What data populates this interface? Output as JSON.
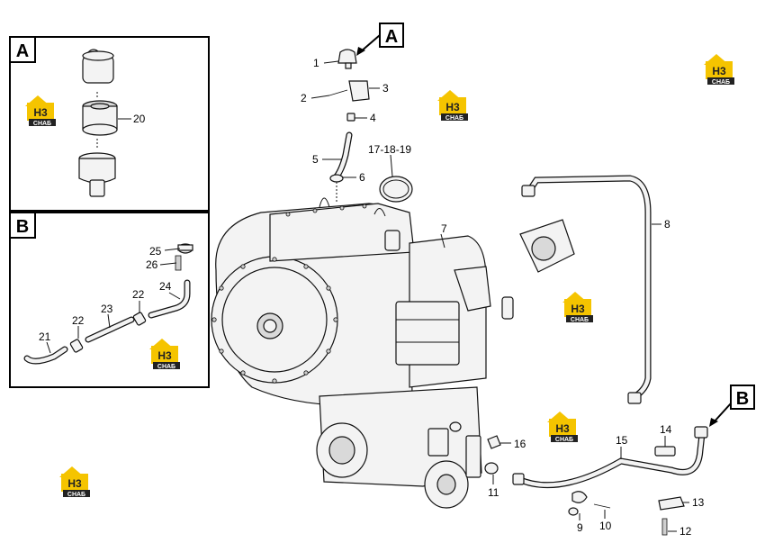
{
  "detail_a": {
    "label": "A",
    "callouts": {
      "p20": "20"
    }
  },
  "detail_b": {
    "label": "B",
    "callouts": {
      "p21": "21",
      "p22a": "22",
      "p22b": "22",
      "p23": "23",
      "p24": "24",
      "p25": "25",
      "p26": "26"
    }
  },
  "markers": {
    "a": "A",
    "b": "B"
  },
  "callouts": {
    "p1": "1",
    "p2": "2",
    "p3": "3",
    "p4": "4",
    "p5": "5",
    "p6": "6",
    "p7": "7",
    "p8": "8",
    "p9": "9",
    "p10": "10",
    "p11": "11",
    "p12": "12",
    "p13": "13",
    "p14": "14",
    "p15": "15",
    "p16": "16",
    "p17_19": "17-18-19"
  },
  "watermark": {
    "brand": "H3",
    "sub": "CHAБ",
    "accent_color": "#f5c400",
    "dark_color": "#222222"
  }
}
